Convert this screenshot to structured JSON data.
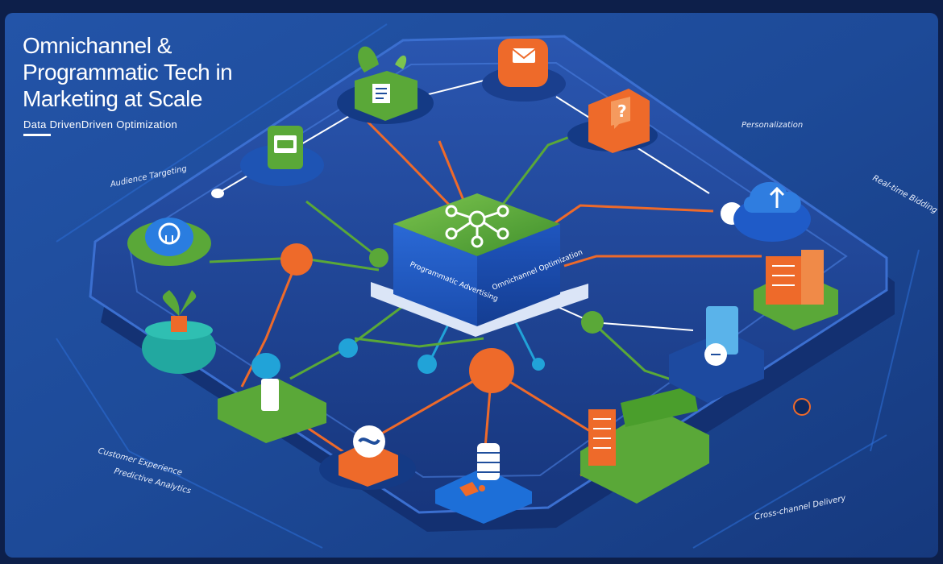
{
  "header": {
    "title_lines": [
      "Omnichannel &",
      "Programmatic Tech in",
      "Marketing at Scale"
    ],
    "subtitle": "Data DrivenDriven Optimization"
  },
  "hub": {
    "left_face_text": "Programmatic Advertising",
    "right_face_text": "Omnichannel Optimization",
    "icon": "network-hub-icon"
  },
  "annotations": {
    "top_right": "Personalization",
    "right": "Real-time Bidding",
    "left": "Audience Targeting",
    "bottom_left_1": "Customer Experience",
    "bottom_left_2": "Predictive Analytics",
    "bottom_right": "Cross-channel Delivery"
  },
  "nodes": [
    {
      "name": "email-node",
      "icon": "email-icon"
    },
    {
      "name": "social-node",
      "icon": "social-icon"
    },
    {
      "name": "chat-node",
      "icon": "chat-icon"
    },
    {
      "name": "mobile-node",
      "icon": "mobile-icon"
    },
    {
      "name": "analytics-node",
      "icon": "analytics-icon"
    },
    {
      "name": "cloud-node",
      "icon": "cloud-upload-icon"
    },
    {
      "name": "storefront-node",
      "icon": "storefront-icon"
    },
    {
      "name": "dashboard-node",
      "icon": "dashboard-icon"
    },
    {
      "name": "database-node",
      "icon": "database-icon"
    },
    {
      "name": "campaign-node",
      "icon": "campaign-icon"
    },
    {
      "name": "plant-node",
      "icon": "plant-icon"
    }
  ],
  "colors": {
    "background": "#1f4e9c",
    "platform": "#1d3d8c",
    "green": "#5aa838",
    "orange": "#ee6a2a",
    "blue": "#2f7de0",
    "cyan": "#21a3d8"
  }
}
